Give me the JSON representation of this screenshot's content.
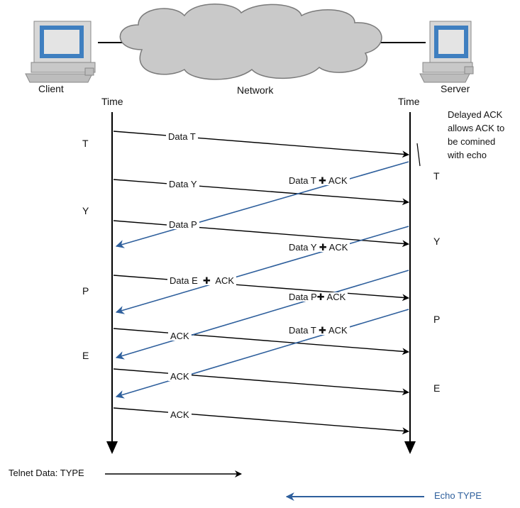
{
  "top": {
    "client_label": "Client",
    "network_label": "Network",
    "server_label": "Server",
    "client_time_label": "Time",
    "server_time_label": "Time"
  },
  "note": {
    "lines": [
      "Delayed ACK",
      "allows ACK to",
      "be comined",
      "with echo"
    ]
  },
  "client_side_letters": [
    "T",
    "Y",
    "P",
    "E"
  ],
  "server_side_letters": [
    "T",
    "Y",
    "P",
    "E"
  ],
  "client_to_server_messages": [
    "Data T",
    "Data Y",
    "Data P",
    "Data E  ✚  ACK",
    "ACK",
    "ACK",
    "ACK"
  ],
  "server_to_client_messages": [
    "Data T ✚ ACK",
    "Data Y ✚ ACK",
    "Data P✚ ACK",
    "Data T ✚ ACK"
  ],
  "legend": {
    "telnet_label": "Telnet Data: TYPE",
    "echo_label": "Echo TYPE"
  },
  "colors": {
    "echo_arrow": "#2e5f9c",
    "data_arrow": "#000000",
    "cloud": "#c9c9c9"
  }
}
